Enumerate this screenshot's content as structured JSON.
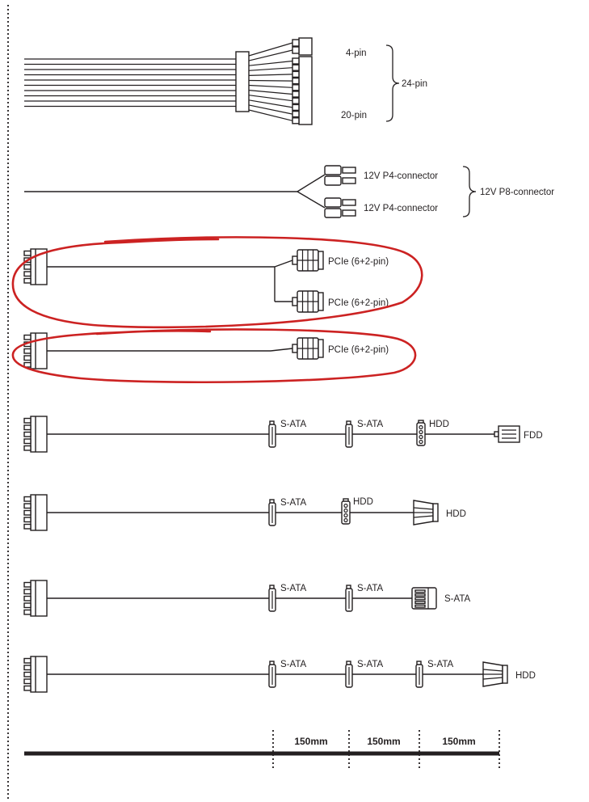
{
  "page": {
    "background": "#ffffff",
    "ink_color": "#231f20",
    "annotation_color": "#cc2222"
  },
  "atx_cable": {
    "four_pin_label": "4-pin",
    "twenty_pin_label": "20-pin",
    "brace_label": "24-pin"
  },
  "cpu_cable": {
    "p4_top_label": "12V P4-connector",
    "p4_bottom_label": "12V P4-connector",
    "brace_label": "12V P8-connector"
  },
  "pcie_dual_cable": {
    "top_label": "PCIe (6+2-pin)",
    "bottom_label": "PCIe (6+2-pin)"
  },
  "pcie_single_cable": {
    "label": "PCIe (6+2-pin)"
  },
  "peripheral_cable_1": {
    "tap1_label": "S-ATA",
    "tap2_label": "S-ATA",
    "tap3_label": "HDD",
    "end_label": "FDD"
  },
  "peripheral_cable_2": {
    "tap1_label": "S-ATA",
    "tap2_label": "HDD",
    "end_label": "HDD"
  },
  "peripheral_cable_3": {
    "tap1_label": "S-ATA",
    "tap2_label": "S-ATA",
    "end_label": "S-ATA"
  },
  "peripheral_cable_4": {
    "tap1_label": "S-ATA",
    "tap2_label": "S-ATA",
    "tap3_label": "S-ATA",
    "end_label": "HDD"
  },
  "ruler": {
    "segment1_label": "150mm",
    "segment2_label": "150mm",
    "segment3_label": "150mm"
  }
}
